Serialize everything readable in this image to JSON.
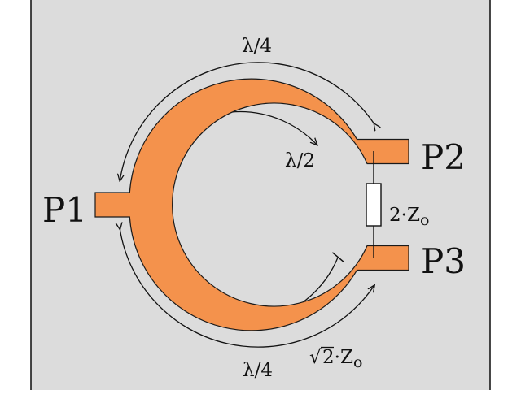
{
  "colors": {
    "background_panel": "#dcdcdc",
    "trace": "#f4924c",
    "trace_outline": "#1a1a1a",
    "resistor_fill": "#ffffff",
    "line": "#111111"
  },
  "ports": {
    "p1": "P1",
    "p2": "P2",
    "p3": "P3"
  },
  "annotations": {
    "top_arc": "λ/4",
    "bottom_arc": "λ/4",
    "inner_arc": "λ/2",
    "resistor": "2·Z",
    "resistor_sub": "o",
    "line_impedance_root": "√",
    "line_impedance_radicand": "2",
    "line_impedance_rest": "·Z",
    "line_impedance_sub": "o"
  }
}
